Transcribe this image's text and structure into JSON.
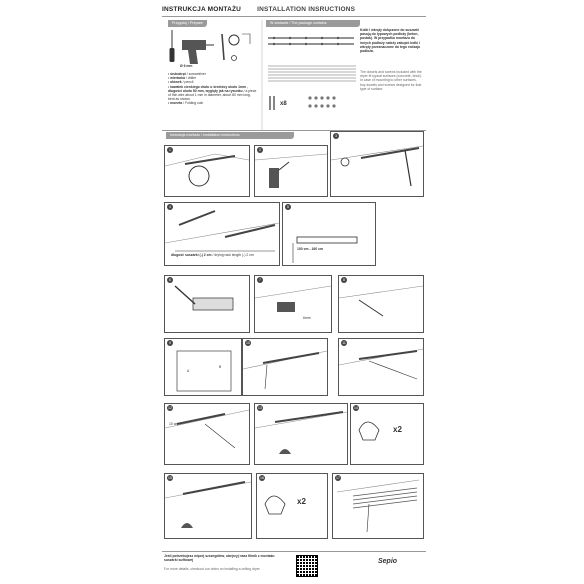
{
  "header": {
    "title_pl": "INSTRUKCJA MONTAŻU",
    "title_en": "INSTALLATION INSRUCTIONS"
  },
  "prepare": {
    "label": "Przygotuj / Prepare",
    "drill_size": "Ø 6 mm",
    "items": [
      {
        "pl": "• śrubokręt",
        "en": "/ screwdriver"
      },
      {
        "pl": "• wiertarka",
        "en": "/ driller"
      },
      {
        "pl": "• ołówek",
        "en": "/ pencil"
      },
      {
        "pl": "• kawałek cienkiego drutu o średnicy około 1mm , długości około 80 mm, wygięty jak na rysunku",
        "en": "/ a piece of thin wire about 1 mm in diameter, about 80 mm long, bent as shown"
      },
      {
        "pl": "• moneta",
        "en": "/ Folding coin"
      }
    ]
  },
  "package": {
    "label": "W zestawie / The package contains",
    "qty_screws": "x8",
    "note_pl": "Kołki i wkręty dołączone do suszarki pasują do typowych podłoży (beton, pustak). W przypadku montażu do innych podłoży należy zakupić kołki i wkręty przeznaczone do tego rodzaju podłoża.",
    "note_en": "The dowels and screws included with the dryer fit typical surfaces (concrete, brick). In case of mounting to other surfaces, buy dowels and screws designed for that type of surface."
  },
  "install": {
    "label": "Instrukcja montażu / Installation instructions"
  },
  "steps": {
    "s4_length": "długość suszarki (-) 2 cm",
    "s4_length_en": "/ drying rack length (-) 2 cm",
    "s5_range": "100 cm - 160 cm",
    "s7_size": "6mm",
    "s10_a": "A",
    "s10_b": "B",
    "s13_dist": "10 cm",
    "s15_mult": "x2",
    "s18_mult": "x2"
  },
  "footer": {
    "text_pl": "Jeśli potrzebujesz więcej szczegółów, obejrzyj nasz filmik z montażu suszarki sufitowej",
    "text_en": "For more details, checkout our video on installing a ceiling dryer",
    "brand": "Sepio"
  }
}
